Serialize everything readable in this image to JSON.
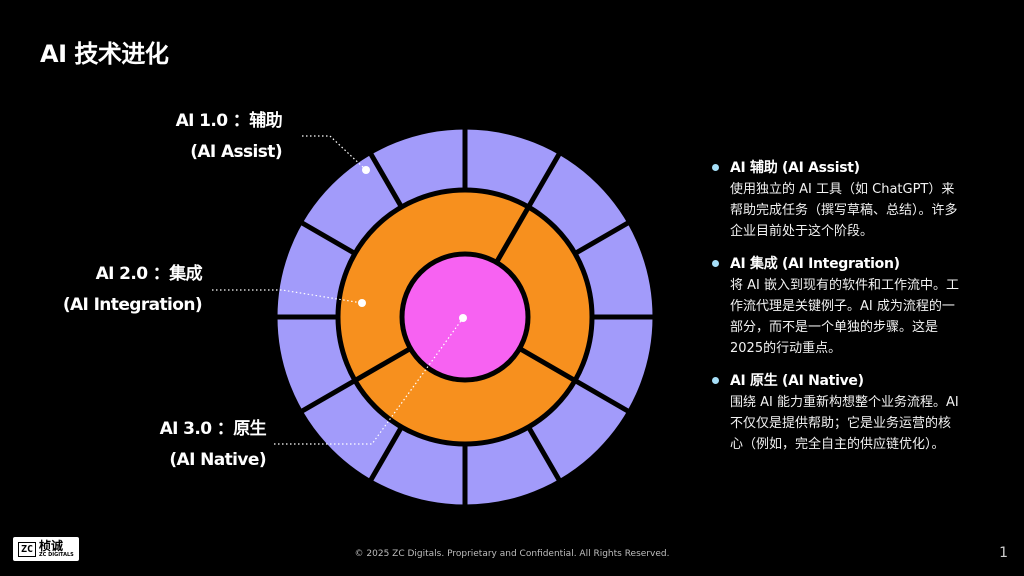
{
  "page": {
    "title": "AI 技术进化",
    "page_number": "1"
  },
  "callouts": [
    {
      "line1": "AI 1.0 ：辅助",
      "line2": "(AI Assist)"
    },
    {
      "line1": "AI 2.0 ：集成",
      "line2": "(AI Integration)"
    },
    {
      "line1": "AI 3.0 ：原生",
      "line2": "(AI Native)"
    }
  ],
  "diagram": {
    "colors": {
      "outer": "#a29bfa",
      "middle": "#f7901e",
      "inner": "#f762f2",
      "divider": "#000000",
      "dots": "#ffffff"
    },
    "outer_segment_count": 12,
    "middle_segment_count": 3
  },
  "list": [
    {
      "title": "AI 辅助 (AI Assist)",
      "text": "使用独立的 AI 工具（如 ChatGPT）来帮助完成任务（撰写草稿、总结）。许多企业目前处于这个阶段。"
    },
    {
      "title": "AI 集成 (AI Integration)",
      "text": "将 AI 嵌入到现有的软件和工作流中。工作流代理是关键例子。AI 成为流程的一部分，而不是一个单独的步骤。这是2025的行动重点。"
    },
    {
      "title": "AI 原生 (AI Native)",
      "text": "围绕 AI 能力重新构想整个业务流程。AI 不仅仅是提供帮助；它是业务运营的核心（例如，完全自主的供应链优化）。"
    }
  ],
  "logo": {
    "mark": "ZC",
    "cn": "桢诚",
    "en": "ZC DIGITALS"
  },
  "footer": "© 2025 ZC Digitals. Proprietary and Confidential. All Rights Reserved."
}
